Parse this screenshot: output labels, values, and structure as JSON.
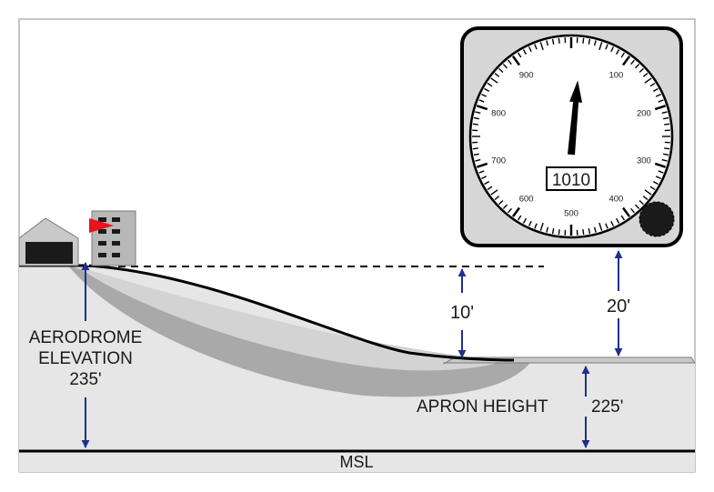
{
  "labels": {
    "aerodrome_line1": "AERODROME",
    "aerodrome_line2": "ELEVATION",
    "aerodrome_value": "235'",
    "diff_10": "10'",
    "diff_20": "20'",
    "apron": "APRON HEIGHT",
    "apron_value": "225'",
    "msl": "MSL"
  },
  "altimeter": {
    "window_value": "1010",
    "dial_labels": [
      "100",
      "200",
      "300",
      "400",
      "500",
      "600",
      "700",
      "800",
      "900"
    ],
    "needle_reading": 20,
    "dial_max": 1000
  },
  "colors": {
    "ground": "#e6e6e6",
    "slope_light": "#cfcfcf",
    "slope_dark": "#a9a9a9",
    "arrow": "#1f2f8c",
    "flag": "#e8141c",
    "instrument_case": "#d6d6d6",
    "building": "#b5b5b5",
    "hangar": "#c9c9c9"
  }
}
